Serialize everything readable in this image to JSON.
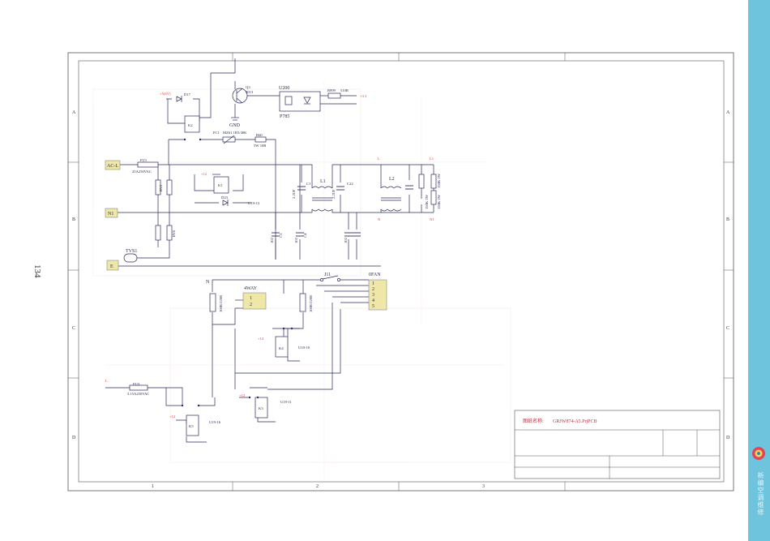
{
  "page_number": "134",
  "side_banner": "新编空调维修",
  "title_block": {
    "label": "图纸名称:",
    "value": "GRJW874-A5.PrjPCB"
  },
  "grid": {
    "rows": [
      "A",
      "B",
      "C",
      "D"
    ],
    "cols": [
      "1",
      "2",
      "3"
    ]
  },
  "components": {
    "v5": "+5(4V)",
    "d17": "D17",
    "k2": "K2",
    "q3": "Q3",
    "q3_part": "9013",
    "gnd": "GND",
    "u200": "U200",
    "p785": "P785",
    "r899": "R899",
    "r899_val": "510R",
    "v33": "+3.3",
    "fc1": "FC1",
    "fc1_val": "MZ61 1R5/40K",
    "r60": "R60",
    "r60_val": "5W 10R",
    "acl": "AC-L",
    "fu1": "FU1",
    "fu1_val": "25A250VAC",
    "n1": "N1",
    "tvs1": "TVS1",
    "e": "E",
    "k1": "K1",
    "p12_k1": "+12",
    "d23": "D23",
    "u19_13": "U19-13",
    "l1": "L1",
    "l2": "L2",
    "rv2": "RV2",
    "rv6": "RV6",
    "c_225": "2.2UF",
    "c_226": "2.2UF",
    "c1": "C1",
    "c22": "C22",
    "c3": "C3",
    "c4": "C4",
    "cap_102": "102",
    "l_top": "L",
    "l1_top": "L1",
    "n_bot": "N",
    "n1_bot": "N1",
    "r1": "150K 2W",
    "r2": "150K 2W",
    "r3": "150K 2W",
    "j11": "J11",
    "n_mid": "N",
    "four_way": "4WAY",
    "four_way_pins": [
      "1",
      "2"
    ],
    "ofan": "0FAN",
    "ofan_pins": [
      "1",
      "2",
      "3",
      "4",
      "5"
    ],
    "r_a": "100R/120R",
    "r_b": "100R/120R",
    "p12_k4": "+12",
    "k4": "K4",
    "u19_10": "U19-10",
    "l_bot": "L",
    "fu3": "FU3",
    "fu3_val": "3.15A250VAC",
    "p12_k3": "+12",
    "k3": "K3",
    "u19_11": "U19-11",
    "p12_k5": "+12",
    "k5": "K5",
    "u19_16": "U19-16"
  }
}
